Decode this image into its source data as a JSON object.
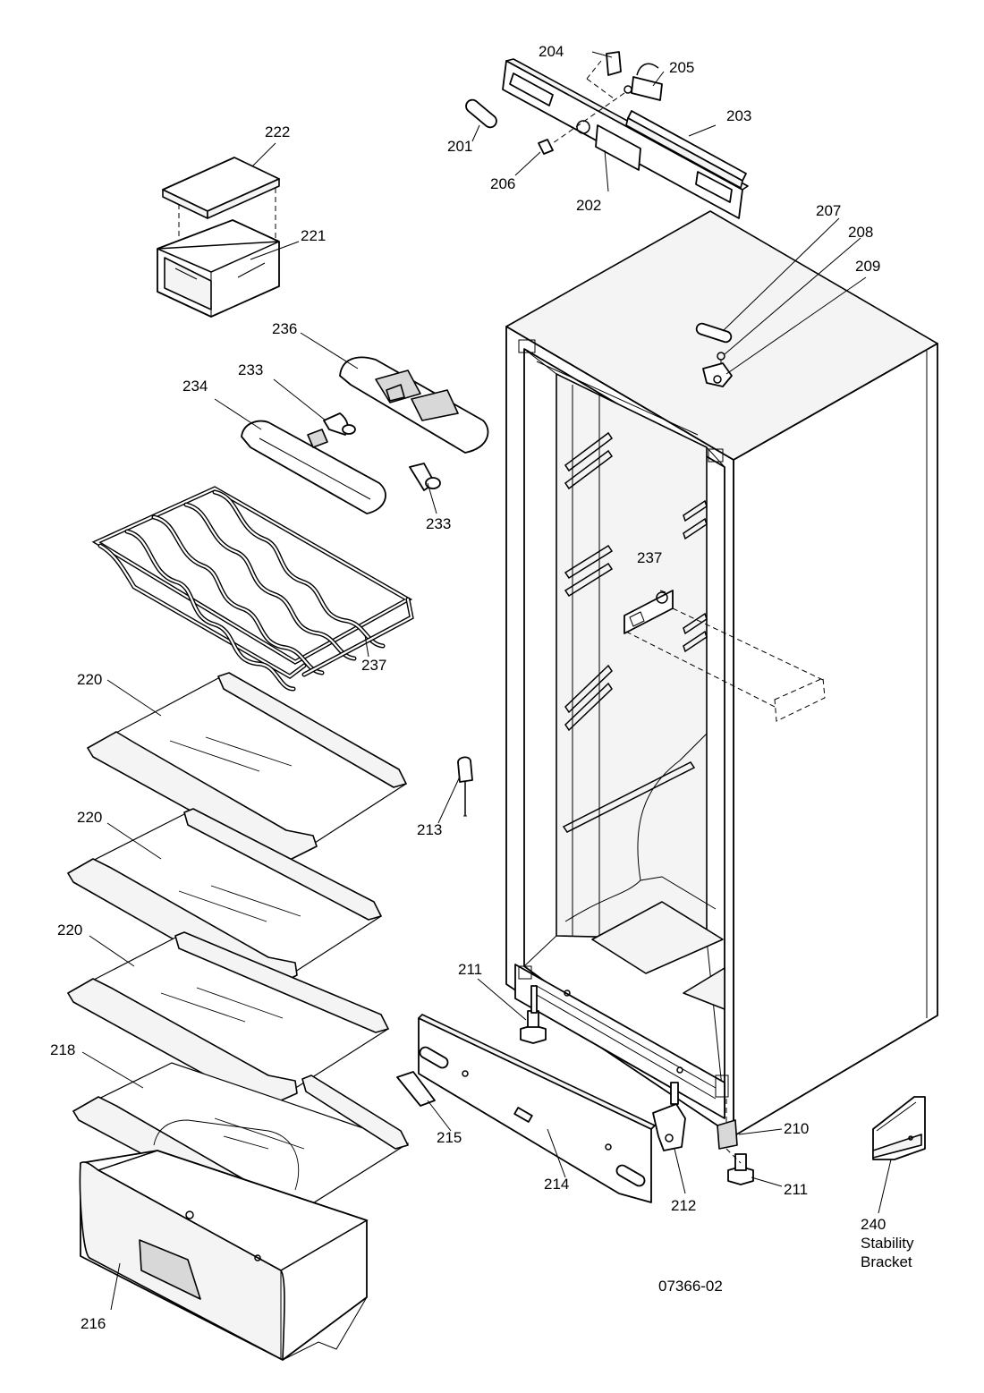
{
  "labels": {
    "l201": "201",
    "l202": "202",
    "l203": "203",
    "l204": "204",
    "l205": "205",
    "l206": "206",
    "l207": "207",
    "l208": "208",
    "l209": "209",
    "l210": "210",
    "l211a": "211",
    "l211b": "211",
    "l212": "212",
    "l213": "213",
    "l214": "214",
    "l215": "215",
    "l216": "216",
    "l218": "218",
    "l220a": "220",
    "l220b": "220",
    "l220c": "220",
    "l221": "221",
    "l222": "222",
    "l233a": "233",
    "l233b": "233",
    "l234": "234",
    "l236": "236",
    "l237a": "237",
    "l237b": "237"
  },
  "bracket": {
    "number": "240",
    "line1": "Stability",
    "line2": "Bracket"
  },
  "figure_code": "07366-02"
}
